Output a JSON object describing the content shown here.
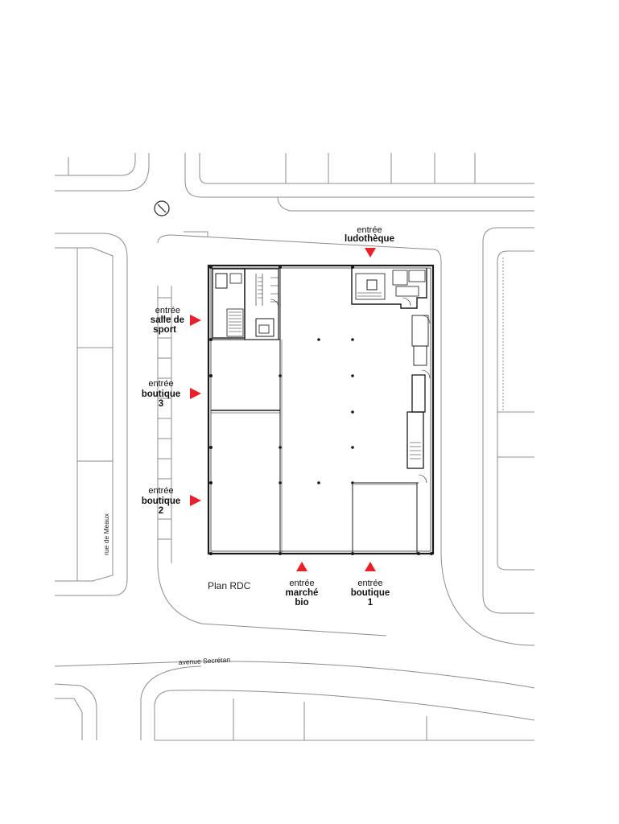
{
  "plan_label": "Plan RDC",
  "streets": {
    "north_west": "rue de Meaux",
    "south": "avenue Secrétan"
  },
  "entrances": [
    {
      "id": "ludotheque",
      "word": "entrée",
      "name_lines": [
        "ludothèque"
      ]
    },
    {
      "id": "salle-de-sport",
      "word": "entrée",
      "name_lines": [
        "salle de",
        "sport"
      ]
    },
    {
      "id": "boutique-3",
      "word": "entrée",
      "name_lines": [
        "boutique",
        "3"
      ]
    },
    {
      "id": "boutique-2",
      "word": "entrée",
      "name_lines": [
        "boutique",
        "2"
      ]
    },
    {
      "id": "marche-bio",
      "word": "entrée",
      "name_lines": [
        "marché",
        "bio"
      ]
    },
    {
      "id": "boutique-1",
      "word": "entrée",
      "name_lines": [
        "boutique",
        "1"
      ]
    }
  ],
  "marker_color": "#e8202a",
  "line_color": "#1a1a1a",
  "street_line_color": "#888888"
}
